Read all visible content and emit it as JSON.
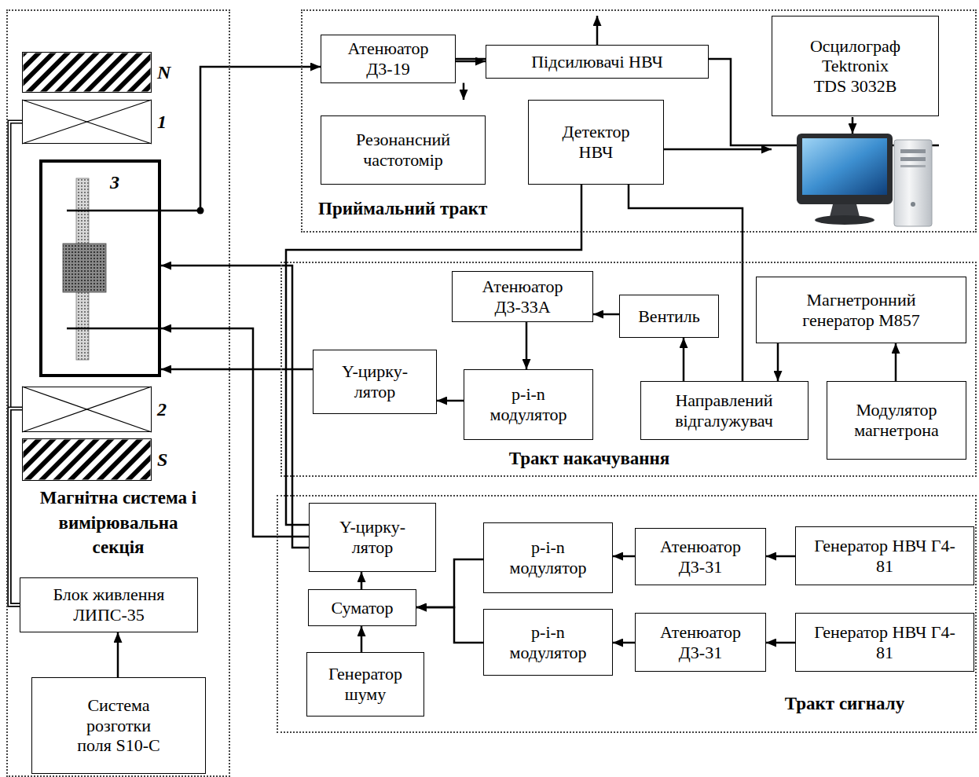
{
  "diagram": {
    "nodes": [
      {
        "text": [
          "Магнітна система і вимірювальна секція"
        ]
      },
      {
        "text": [
          "N"
        ],
        "in": 0
      },
      {
        "text": [
          "1"
        ],
        "in": 0
      },
      {
        "text": [
          "3"
        ],
        "in": 0
      },
      {
        "text": [
          "2"
        ],
        "in": 0
      },
      {
        "text": [
          "S"
        ],
        "in": 0
      },
      {
        "text": [
          "Блок живлення ЛИПС-35"
        ],
        "in": 0
      },
      {
        "text": [
          "Система розготки поля S10-C"
        ],
        "in": 0
      },
      {
        "text": [
          "Приймальний тракт"
        ]
      },
      {
        "text": [
          "Атенюатор Д3-19"
        ],
        "in": 8
      },
      {
        "text": [
          "Підсилювачі НВЧ"
        ],
        "in": 8
      },
      {
        "text": [
          "Резонансний частотомір"
        ],
        "in": 8
      },
      {
        "text": [
          "Детектор НВЧ"
        ],
        "in": 8
      },
      {
        "text": [
          "Осцилограф Tektronix TDS 3032B"
        ],
        "in": 8
      },
      {
        "text": [
          "Тракт накачування"
        ]
      },
      {
        "text": [
          "Атенюатор Д3-33А"
        ],
        "in": 14
      },
      {
        "text": [
          "Вентиль"
        ],
        "in": 14
      },
      {
        "text": [
          "Магнетронний генератор M857"
        ],
        "in": 14
      },
      {
        "text": [
          "Y-цирку- лятор"
        ],
        "in": 14
      },
      {
        "text": [
          "p-i-n модулятор"
        ],
        "in": 14
      },
      {
        "text": [
          "Направлений відгалужувач"
        ],
        "in": 14
      },
      {
        "text": [
          "Модулятор магнетрона"
        ],
        "in": 14
      },
      {
        "text": [
          "Тракт сигналу"
        ]
      },
      {
        "text": [
          "Y-цирку- лятор"
        ],
        "in": 22
      },
      {
        "text": [
          "p-i-n модулятор"
        ],
        "in": 22
      },
      {
        "text": [
          "Атенюатор Д3-31"
        ],
        "in": 22
      },
      {
        "text": [
          "Генератор НВЧ Г4-81"
        ],
        "in": 22
      },
      {
        "text": [
          "Суматор"
        ],
        "in": 22
      },
      {
        "text": [
          "p-i-n модулятор"
        ],
        "in": 22
      },
      {
        "text": [
          "Атенюатор Д3-31"
        ],
        "in": 22
      },
      {
        "text": [
          "Генератор НВЧ Г4-81"
        ],
        "in": 22
      },
      {
        "text": [
          "Генератор шуму"
        ],
        "in": 22
      }
    ],
    "edges": [
      {
        "from": 3,
        "to": 9,
        "arrow": "to"
      },
      {
        "from": 9,
        "to": 10,
        "arrow": "to"
      },
      {
        "from": 9,
        "to": 12,
        "arrow": "to"
      },
      {
        "from": 10,
        "to": 13,
        "arrow": "to"
      },
      {
        "from": 12,
        "to": 13,
        "arrow": "to"
      },
      {
        "from": 13,
        "to": 11,
        "arrow": "to"
      },
      {
        "from": 20,
        "to": 13,
        "arrow": "to"
      },
      {
        "from": 17,
        "to": 20,
        "arrow": "to"
      },
      {
        "from": 21,
        "to": 17,
        "arrow": "to"
      },
      {
        "from": 20,
        "to": 16,
        "arrow": "to"
      },
      {
        "from": 16,
        "to": 15,
        "arrow": "to"
      },
      {
        "from": 15,
        "to": 19,
        "arrow": "to"
      },
      {
        "from": 19,
        "to": 18,
        "arrow": "to"
      },
      {
        "from": 18,
        "to": 3,
        "arrow": "to"
      },
      {
        "from": 23,
        "to": 3,
        "arrow": "to"
      },
      {
        "from": 23,
        "to": 3,
        "arrow": "to"
      },
      {
        "from": 23,
        "to": 13,
        "arrow": "to"
      },
      {
        "from": 26,
        "to": 25,
        "arrow": "to"
      },
      {
        "from": 25,
        "to": 24,
        "arrow": "to"
      },
      {
        "from": 30,
        "to": 29,
        "arrow": "to"
      },
      {
        "from": 29,
        "to": 28,
        "arrow": "to"
      },
      {
        "from": 24,
        "to": 27,
        "arrow": "to"
      },
      {
        "from": 28,
        "to": 27,
        "arrow": "to"
      },
      {
        "from": 31,
        "to": 27,
        "arrow": "to"
      },
      {
        "from": 27,
        "to": 23,
        "arrow": "to"
      },
      {
        "from": 7,
        "to": 6,
        "arrow": "to"
      },
      {
        "from": 6,
        "to": 2,
        "arrow": "none"
      },
      {
        "from": 6,
        "to": 4,
        "arrow": "none"
      }
    ]
  }
}
